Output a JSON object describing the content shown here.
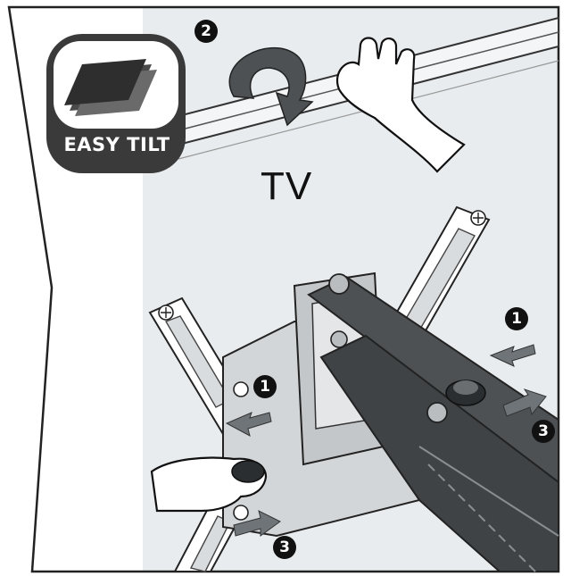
{
  "tv_label": "TV",
  "badge": {
    "text": "EASY TILT",
    "color": "#3a3a3a"
  },
  "steps": [
    {
      "label": "2"
    },
    {
      "label": "1"
    },
    {
      "label": "1"
    },
    {
      "label": "3"
    },
    {
      "label": "3"
    }
  ],
  "colors": {
    "background": "#e9ecee",
    "outline": "#222222",
    "metal": "#4d5154",
    "metal_light": "#b9bdc0",
    "arrow": "#6f7478"
  }
}
